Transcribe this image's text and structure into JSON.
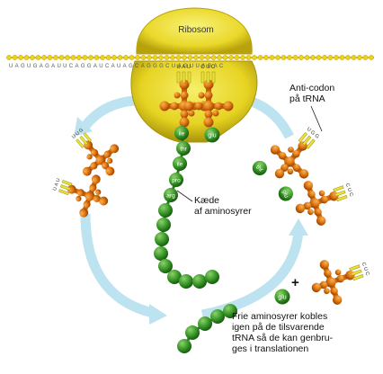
{
  "labels": {
    "ribosome": "Ribosom",
    "anticodon": "Anti-codon\npå tRNA",
    "chain": "Kæde\naf aminosyrer",
    "free": "Frie aminosyrer kobles\nigen på de tilsvarende\ntRNA så de kan genbru-\nges i translationen",
    "plus": "+"
  },
  "mrna_codons": "UAGUGAGAUUCAGGAUCAUAGCAGGGCUAGUUAGAC",
  "ribosome_anticodons": [
    "UAU",
    "CUC"
  ],
  "trna_anticodons": {
    "left_upper": "UUG",
    "left_lower": "UAU",
    "right_upper": "UGG",
    "right_middle": "CUC",
    "right_lower": "CUC"
  },
  "chain_residues": [
    "ile",
    "thr",
    "ile",
    "pro",
    "arg"
  ],
  "ribosome_residue": "glu",
  "trna_residues": {
    "right_upper": "thr",
    "right_middle": "glu",
    "right_lower": "glu"
  },
  "colors": {
    "ribosome": "#f2ea3c",
    "ribosome_shade": "#bfae10",
    "mrna": "#e6c70a",
    "trna": "#e07810",
    "trna_dark": "#a24a05",
    "amino_acid": "#3e9d2c",
    "amino_acid_dark": "#1f6614",
    "arrow": "#bde3f0",
    "anticodon_bar": "#e8e23a"
  }
}
